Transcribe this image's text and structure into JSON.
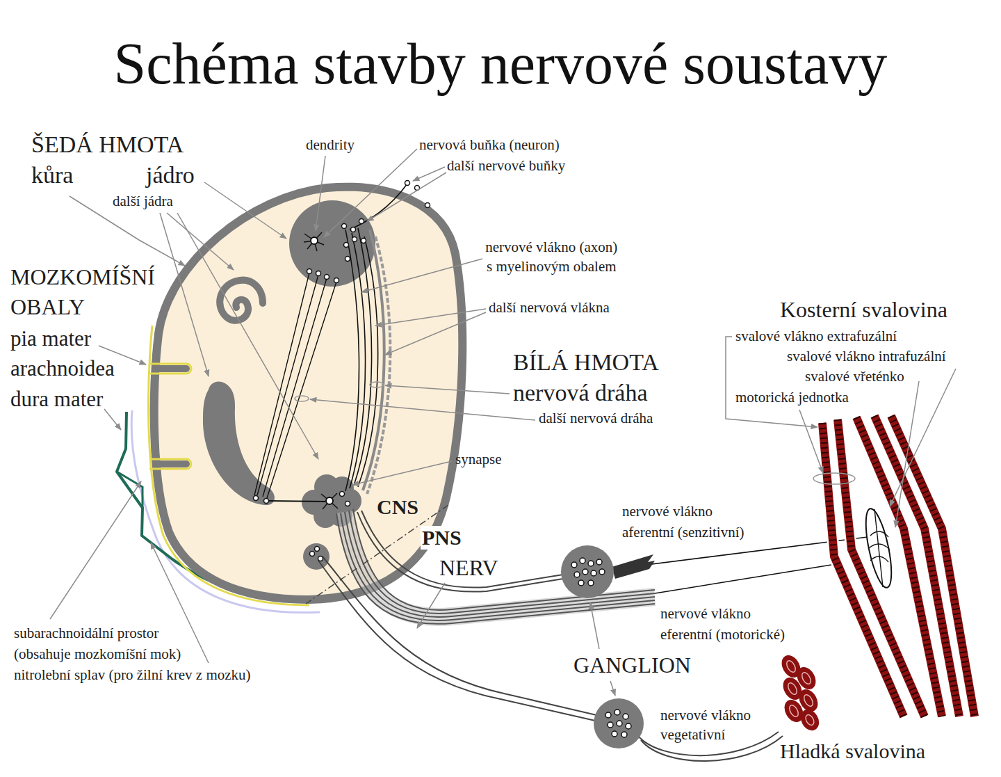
{
  "diagram": {
    "title": "Schéma stavby nervové soustavy",
    "labels": [
      "ŠEDÁ HMOTA",
      "kůra",
      "jádro",
      "další jádra",
      "dendrity",
      "nervová buňka (neuron)",
      "další nervové buňky",
      "MOZKOMÍŠNÍ OBALY",
      "pia mater",
      "arachnoidea",
      "dura mater",
      "nervové vlákno (axon) s myelinovým obalem",
      "další nervová vlákna",
      "Kosterní svalovina",
      "svalové vlákno extrafuzální",
      "svalové vlákno intrafuzální",
      "svalové vřeténko",
      "motorická jednotka",
      "BÍLÁ HMOTA",
      "nervová dráha",
      "další nervová dráha",
      "synapse",
      "CNS",
      "PNS",
      "NERV",
      "nervové vlákno aferentní (senzitivní)",
      "nervové vlákno eferentní (motorické)",
      "GANGLION",
      "subarachnoidální prostor (obsahuje mozkomíšní mok)",
      "nitrolební splav (pro žilní krev z mozku)",
      "nervové vlákno vegetativní",
      "Hladká svalovina"
    ]
  }
}
